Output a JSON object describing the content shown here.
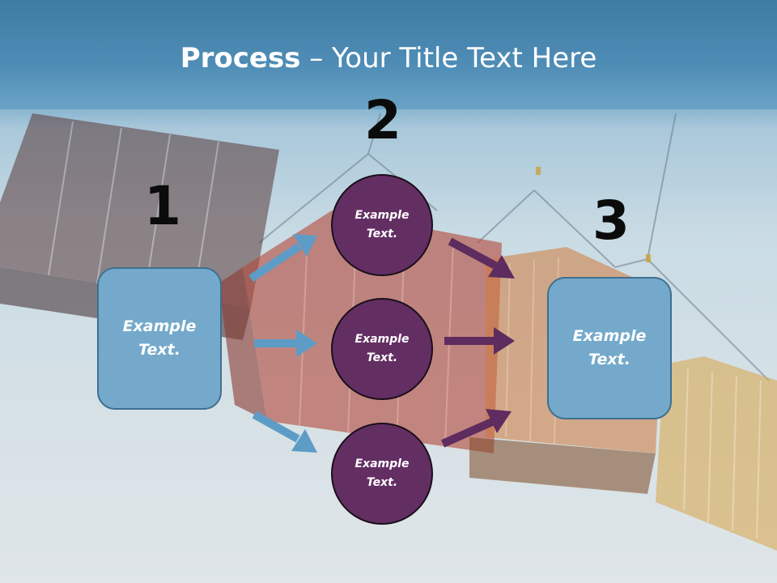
{
  "slide": {
    "title_bold": "Process",
    "title_rest": " – Your Title Text Here"
  },
  "steps": {
    "one": "1",
    "two": "2",
    "three": "3"
  },
  "left_box": {
    "text": "Example\nText."
  },
  "right_box": {
    "text": "Example\nText."
  },
  "circles": [
    {
      "text": "Example\nText."
    },
    {
      "text": "Example\nText."
    },
    {
      "text": "Example\nText."
    }
  ],
  "colors": {
    "box_fill": "#74a9cb",
    "circle_fill": "#632f63",
    "arrow_blue": "#5d9cc6",
    "arrow_purple": "#5e2c5f"
  }
}
